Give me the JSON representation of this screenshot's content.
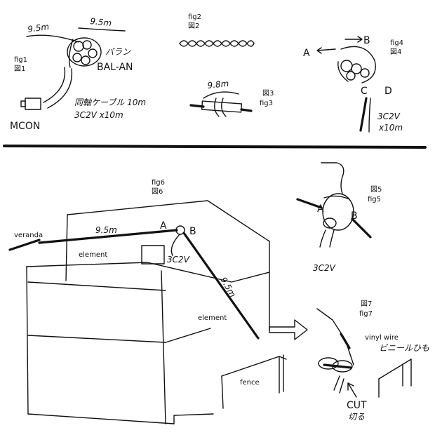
{
  "fig1": {
    "label_en": "fig1",
    "label_jp": "図1",
    "length_left": "9.5m",
    "length_right": "9.5m",
    "balun_jp": "バラン",
    "balun_en": "BAL-AN",
    "cable_note_1": "同軸ケーブル 10m",
    "cable_note_2": "3C2V x10m",
    "connector": "MCON"
  },
  "fig2": {
    "label_en": "fig2",
    "label_jp": "図2"
  },
  "fig3": {
    "label_jp": "図3",
    "label_en": "fig3",
    "length": "9.8m"
  },
  "fig4": {
    "label_en": "fig4",
    "label_jp": "図4",
    "point_a": "A",
    "point_b": "B",
    "point_c": "C",
    "point_d": "D",
    "cable_1": "3C2V",
    "cable_2": "x10m"
  },
  "fig5": {
    "label_jp": "図5",
    "label_en": "fig5",
    "point_a": "A",
    "point_b": "B",
    "cable": "3C2V"
  },
  "fig6": {
    "label_en": "fig6",
    "label_jp": "図6",
    "veranda": "veranda",
    "length_1": "9.5m",
    "point_a": "A",
    "point_b": "B",
    "element_1": "element",
    "cable": "3C2V",
    "length_2": "9.5m",
    "element_2": "element",
    "fence": "fence"
  },
  "fig7": {
    "label_jp": "図7",
    "label_en": "fig7",
    "vinyl_en": "vinyl wire",
    "vinyl_jp": "ビニールひも",
    "cut_en": "CUT",
    "cut_jp": "切る"
  }
}
